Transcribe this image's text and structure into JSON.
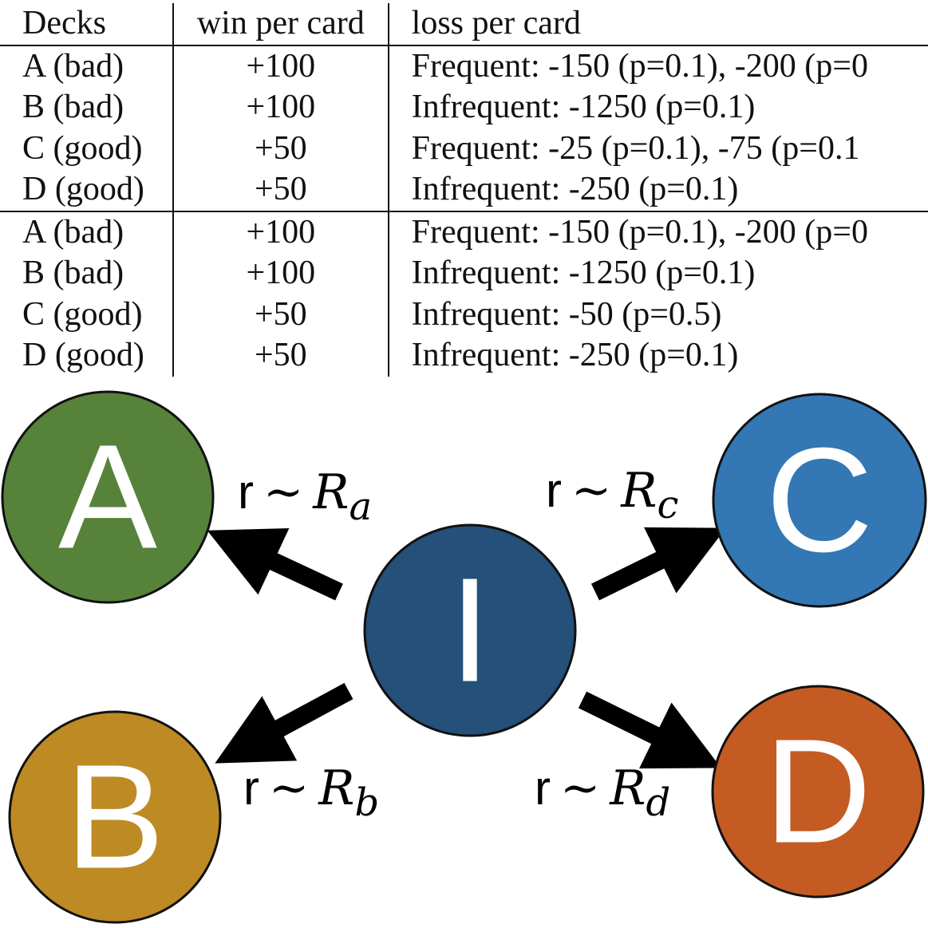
{
  "table": {
    "headers": [
      "Decks",
      "win per card",
      "loss per card"
    ],
    "blocks": [
      {
        "rows": [
          {
            "deck": "A (bad)",
            "win": "+100",
            "loss": "Frequent: -150 (p=0.1), -200 (p=0"
          },
          {
            "deck": "B (bad)",
            "win": "+100",
            "loss": "Infrequent: -1250 (p=0.1)"
          },
          {
            "deck": "C (good)",
            "win": "+50",
            "loss": "Frequent: -25 (p=0.1), -75 (p=0.1"
          },
          {
            "deck": "D (good)",
            "win": "+50",
            "loss": "Infrequent: -250 (p=0.1)"
          }
        ]
      },
      {
        "rows": [
          {
            "deck": "A (bad)",
            "win": "+100",
            "loss": "Frequent: -150 (p=0.1), -200 (p=0"
          },
          {
            "deck": "B (bad)",
            "win": "+100",
            "loss": "Infrequent: -1250 (p=0.1)"
          },
          {
            "deck": "C (good)",
            "win": "+50",
            "loss": "Infrequent: -50 (p=0.5)"
          },
          {
            "deck": "D (good)",
            "win": "+50",
            "loss": "Infrequent: -250 (p=0.1)"
          }
        ]
      }
    ]
  },
  "diagram": {
    "nodes": {
      "I": {
        "label": "I",
        "color": "#24507a"
      },
      "A": {
        "label": "A",
        "color": "#56823a"
      },
      "B": {
        "label": "B",
        "color": "#be8a24"
      },
      "C": {
        "label": "C",
        "color": "#3377b4"
      },
      "D": {
        "label": "D",
        "color": "#c35b22"
      }
    },
    "edges": [
      {
        "from": "I",
        "to": "A",
        "label_r": "r",
        "label_sim": "~",
        "label_R": "R",
        "label_sub": "a"
      },
      {
        "from": "I",
        "to": "B",
        "label_r": "r",
        "label_sim": "~",
        "label_R": "R",
        "label_sub": "b"
      },
      {
        "from": "I",
        "to": "C",
        "label_r": "r",
        "label_sim": "~",
        "label_R": "R",
        "label_sub": "c"
      },
      {
        "from": "I",
        "to": "D",
        "label_r": "r",
        "label_sim": "~",
        "label_R": "R",
        "label_sub": "d"
      }
    ],
    "edge_color": "#000000",
    "outline_color": "#111111"
  }
}
